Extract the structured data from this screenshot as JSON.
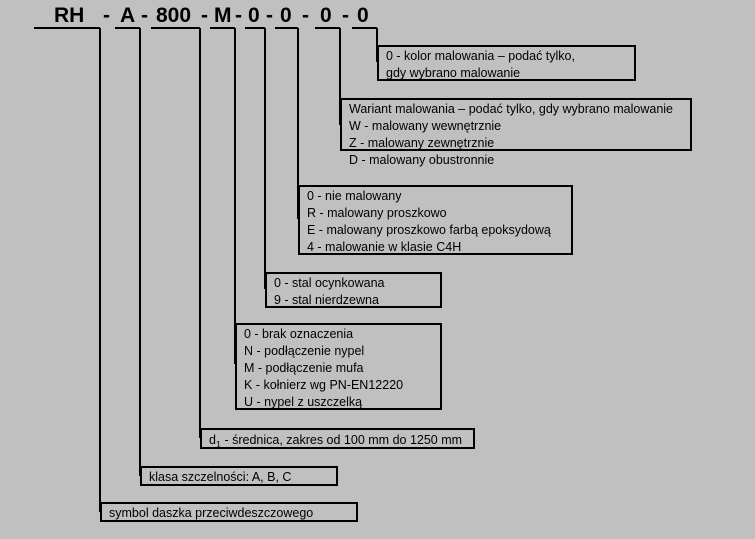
{
  "code": {
    "parts": [
      "RH",
      "-",
      "A",
      "-",
      "800",
      "-",
      "M",
      "-",
      "0",
      "-",
      "0",
      "-",
      "0",
      "-",
      "0"
    ]
  },
  "boxes": {
    "b1": [
      "0 - kolor malowania – podać tylko,",
      "gdy wybrano malowanie"
    ],
    "b2": [
      "Wariant malowania – podać tylko, gdy wybrano malowanie",
      "W - malowany wewnętrznie",
      "Z - malowany zewnętrznie"
    ],
    "b2_extra": "D - malowany obustronnie",
    "b3": [
      "0 - nie malowany",
      "R - malowany proszkowo",
      "E - malowany proszkowo farbą epoksydową",
      "4 - malowanie w klasie C4H"
    ],
    "b4": [
      "0 - stal ocynkowana",
      "9 - stal nierdzewna"
    ],
    "b5": [
      "0 - brak oznaczenia",
      "N - podłączenie nypel",
      "M - podłączenie mufa",
      "K - kołnierz wg PN-EN12220",
      "U - nypel z uszczelką"
    ],
    "b6": {
      "prefix": "d",
      "sub": "1",
      "text": " - średnica, zakres od 100 mm do 1250 mm"
    },
    "b7": "klasa szczelności: A, B, C",
    "b8": "symbol daszka przeciwdeszczowego"
  }
}
